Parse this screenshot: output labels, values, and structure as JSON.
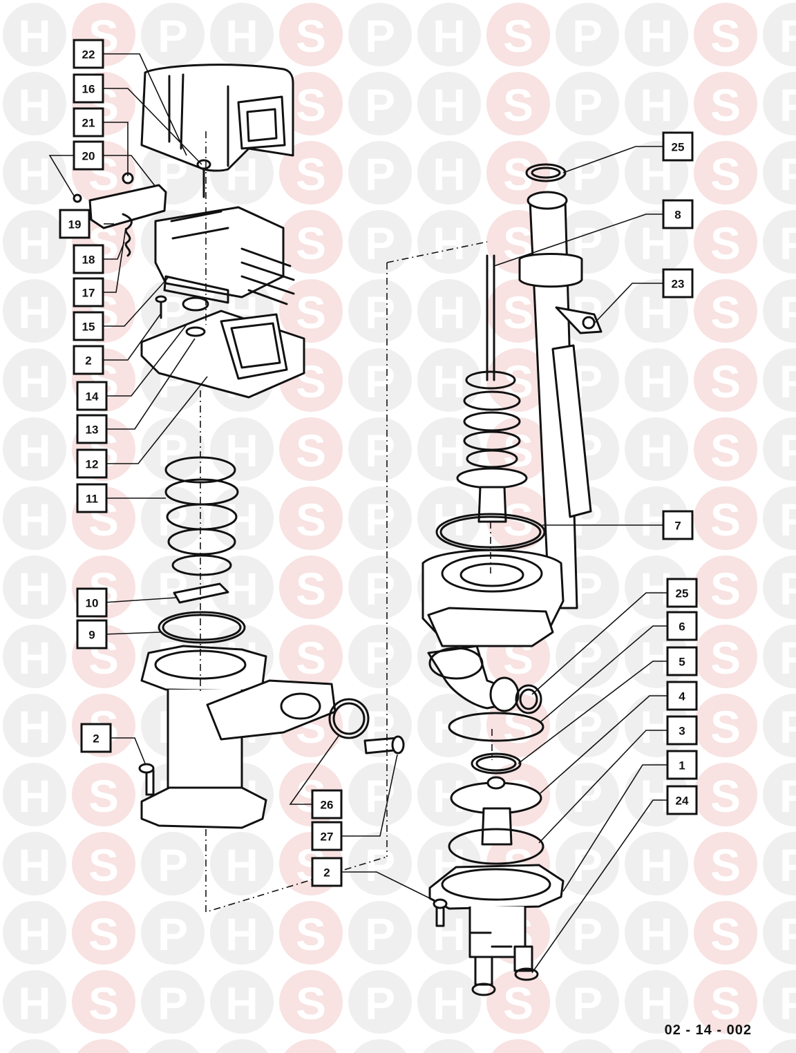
{
  "watermark": {
    "letters": [
      "H",
      "S",
      "P"
    ],
    "colors": {
      "grey": "#efefef",
      "pink": "#f8e2e2"
    }
  },
  "diagram_code": "02 - 14 - 002",
  "callouts": [
    {
      "id": "c22",
      "label": "22"
    },
    {
      "id": "c16",
      "label": "16"
    },
    {
      "id": "c21",
      "label": "21"
    },
    {
      "id": "c20",
      "label": "20"
    },
    {
      "id": "c19",
      "label": "19"
    },
    {
      "id": "c18",
      "label": "18"
    },
    {
      "id": "c17",
      "label": "17"
    },
    {
      "id": "c15",
      "label": "15"
    },
    {
      "id": "c2a",
      "label": "2"
    },
    {
      "id": "c14",
      "label": "14"
    },
    {
      "id": "c13",
      "label": "13"
    },
    {
      "id": "c12",
      "label": "12"
    },
    {
      "id": "c11",
      "label": "11"
    },
    {
      "id": "c10",
      "label": "10"
    },
    {
      "id": "c9",
      "label": "9"
    },
    {
      "id": "c2b",
      "label": "2"
    },
    {
      "id": "c26",
      "label": "26"
    },
    {
      "id": "c27",
      "label": "27"
    },
    {
      "id": "c2c",
      "label": "2"
    },
    {
      "id": "c25a",
      "label": "25"
    },
    {
      "id": "c8",
      "label": "8"
    },
    {
      "id": "c23",
      "label": "23"
    },
    {
      "id": "c7",
      "label": "7"
    },
    {
      "id": "c25b",
      "label": "25"
    },
    {
      "id": "c6",
      "label": "6"
    },
    {
      "id": "c5",
      "label": "5"
    },
    {
      "id": "c4",
      "label": "4"
    },
    {
      "id": "c3",
      "label": "3"
    },
    {
      "id": "c1",
      "label": "1"
    },
    {
      "id": "c24",
      "label": "24"
    }
  ]
}
